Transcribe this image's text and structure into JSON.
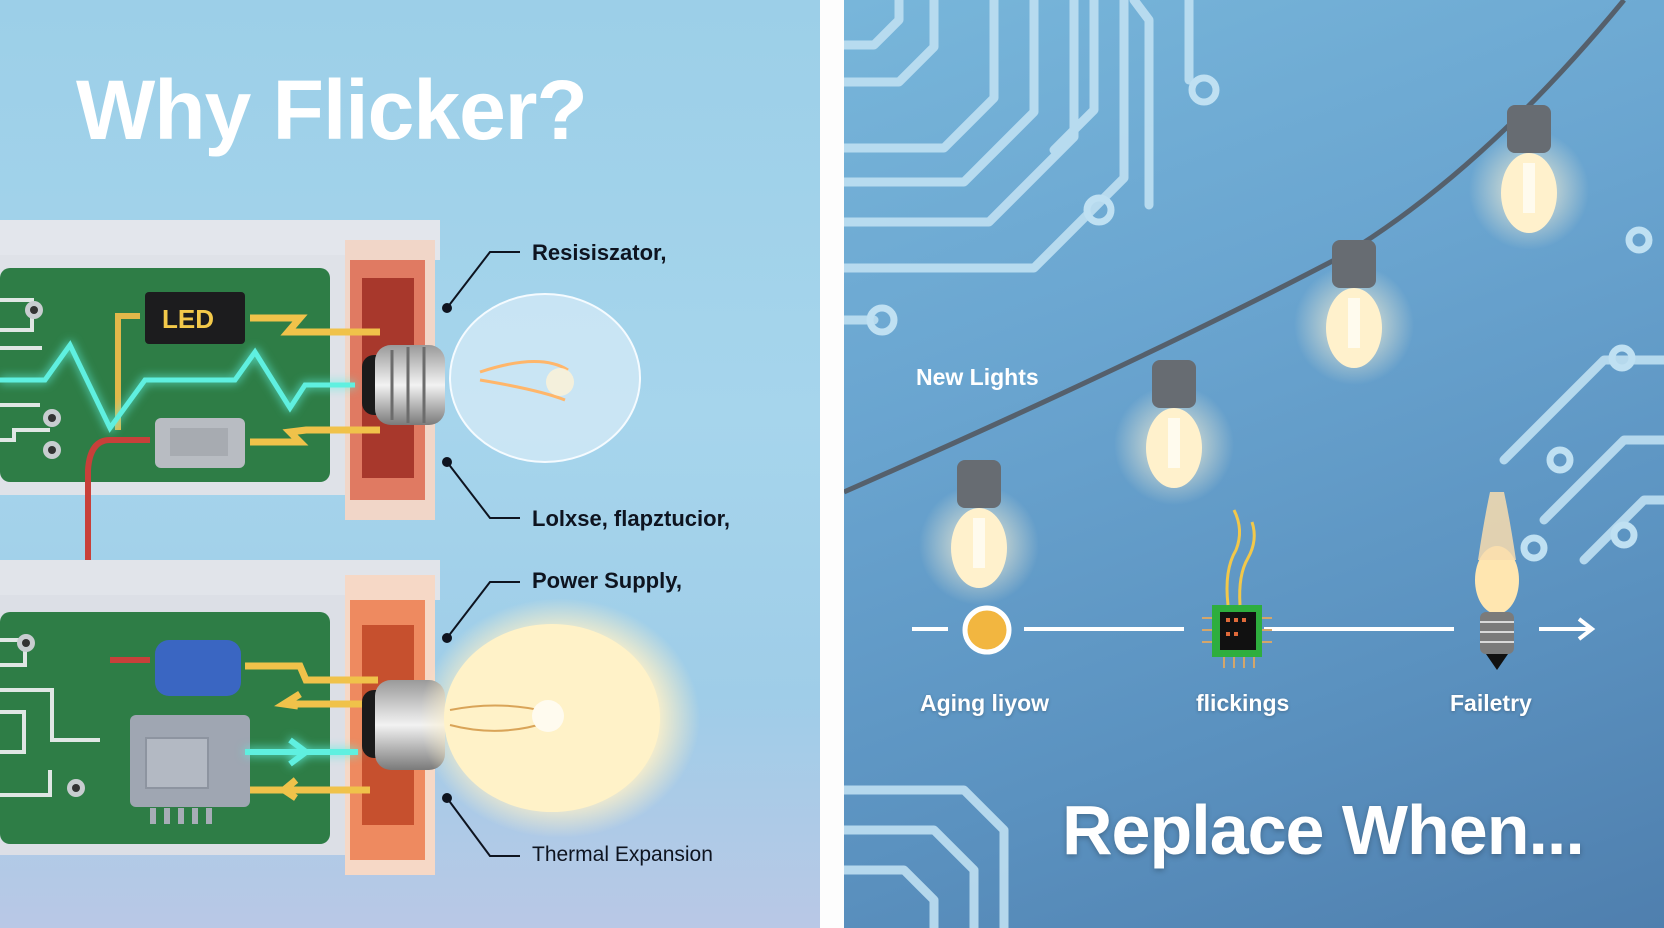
{
  "left_panel": {
    "title": "Why Flicker?",
    "led_label": "LED",
    "callouts": [
      {
        "label": "Resisiszator,"
      },
      {
        "label": "Lolxse, flapztucior,"
      },
      {
        "label": "Power Supply,"
      },
      {
        "label": "Thermal Expansion"
      }
    ]
  },
  "right_panel": {
    "title": "Replace When...",
    "string_lights_label": "New Lights",
    "timeline": [
      {
        "label": "Aging liyow",
        "icon": "dim-bulb-circle"
      },
      {
        "label": "flickings",
        "icon": "microchip"
      },
      {
        "label": "Failetry",
        "icon": "failing-bulb"
      }
    ]
  },
  "colors": {
    "left_bg": "#a6d5ec",
    "right_bg": "#5b92c0",
    "pcb_green": "#2e7d46",
    "signal_cyan": "#5ff0e0",
    "wire_yellow": "#f0c24a",
    "wire_red": "#c8403a",
    "bulb_glow": "#fff2c8",
    "timeline_dot": "#f2b640"
  }
}
